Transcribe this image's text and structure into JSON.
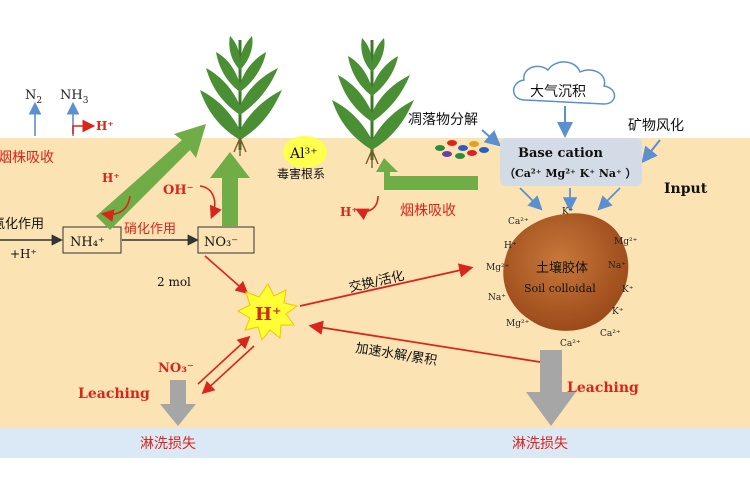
{
  "gases": {
    "n2": "N",
    "n2_sub": "2",
    "nh3": "NH",
    "nh3_sub": "3",
    "h_plus_top": "H⁺"
  },
  "labels": {
    "uptake_left": "烟株吸收",
    "ammonification": "氨化作用",
    "plus_h": "+H⁺",
    "nh4": "NH₄⁺",
    "nitrification": "硝化作用",
    "no3": "NO₃⁻",
    "h_plus_1": "H⁺",
    "oh_minus": "OH⁻",
    "two_mol": "2 mol",
    "h_plus_center": "H⁺",
    "al3": "Al³⁺",
    "al_toxic": "毒害根系",
    "h_plus_2": "H⁺",
    "uptake_right": "烟株吸收",
    "litter": "凋落物分解",
    "atmos": "大气沉积",
    "mineral": "矿物风化",
    "base_cation": "Base cation",
    "cations": "（Ca²⁺ Mg²⁺ K⁺ Na⁺ ）",
    "input": "Input",
    "colloid_cn": "土壤胶体",
    "colloid_en": "Soil colloidal",
    "exchange": "交换/活化",
    "hydrolysis": "加速水解/累积",
    "no3_leach": "NO₃⁻",
    "leaching_left": "Leaching",
    "leaching_right": "Leaching",
    "loss_left": "淋洗损失",
    "loss_right": "淋洗损失"
  },
  "colloid_ions": [
    {
      "t": "Ca²⁺"
    },
    {
      "t": "K⁺"
    },
    {
      "t": "Mg²⁺"
    },
    {
      "t": "H⁺"
    },
    {
      "t": "Na⁺"
    },
    {
      "t": "Mg²⁺"
    },
    {
      "t": "K⁺"
    },
    {
      "t": "Na⁺"
    },
    {
      "t": "Mg²⁺"
    },
    {
      "t": "Ca²⁺"
    },
    {
      "t": "K⁺"
    },
    {
      "t": "Ca²⁺"
    }
  ],
  "colors": {
    "soil": "#fbe3b4",
    "leach_band": "#dbe9f6",
    "red": "#d9261c",
    "green": "#70ad47",
    "gray": "#a6a6a6",
    "blue": "#5b8fd0",
    "colloid": "#b35a22",
    "sun": "#ffff33",
    "al": "#ffff4d"
  }
}
